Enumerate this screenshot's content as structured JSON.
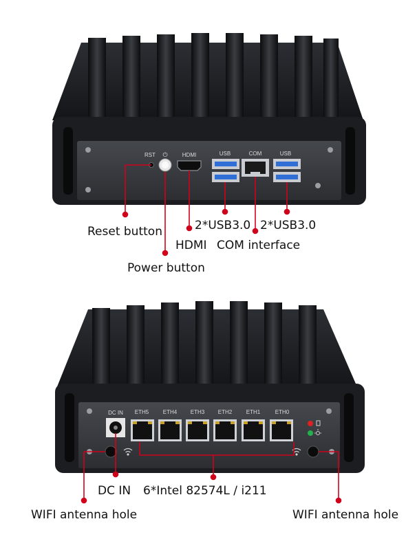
{
  "front_panel": {
    "port_labels": {
      "rst": "RST",
      "power_symbol": "⏻",
      "hdmi": "HDMI",
      "usb_left": "USB",
      "com": "COM",
      "usb_right": "USB"
    },
    "callouts": {
      "reset": "Reset button",
      "power": "Power button",
      "hdmi": "HDMI",
      "usb_left": "2*USB3.0",
      "usb_right": "2*USB3.0",
      "com": "COM interface"
    }
  },
  "rear_panel": {
    "port_labels": {
      "dc_in": "DC  IN",
      "eth5": "ETH5",
      "eth4": "ETH4",
      "eth3": "ETH3",
      "eth2": "ETH2",
      "eth1": "ETH1",
      "eth0": "ETH0"
    },
    "callouts": {
      "dc_in": "DC IN",
      "ethernet": "6*Intel 82574L / i211",
      "wifi_left": "WIFI antenna hole",
      "wifi_right": "WIFI antenna hole"
    }
  },
  "colors": {
    "callout_line": "#d0021b",
    "chassis_dark": "#1a1c1f",
    "panel": "#3a3d41",
    "usb_blue": "#2f6fd6"
  }
}
